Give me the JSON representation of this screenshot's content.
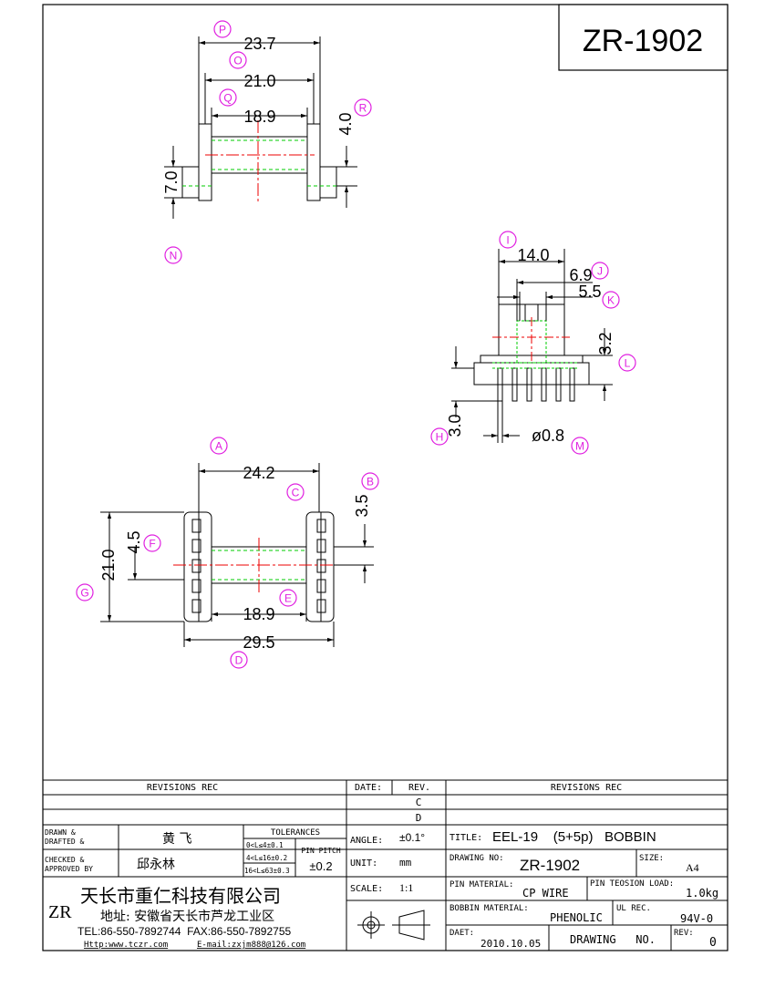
{
  "drawing_number_box": "ZR-1902",
  "dimensions": {
    "top": {
      "d237": "23.7",
      "d210": "21.0",
      "d189": "18.9",
      "d40": "4.0",
      "d70": "7.0"
    },
    "side": {
      "d140": "14.0",
      "d69": "6.9",
      "d55": "5.5",
      "d32": "3.2",
      "d30": "3.0",
      "d08": "ø0.8"
    },
    "bottom": {
      "d242": "24.2",
      "d35": "3.5",
      "d210": "21.0",
      "d45": "4.5",
      "d189": "18.9",
      "d295": "29.5"
    }
  },
  "callouts": [
    "P",
    "O",
    "Q",
    "R",
    "N",
    "I",
    "J",
    "K",
    "L",
    "H",
    "M",
    "A",
    "B",
    "C",
    "F",
    "G",
    "E",
    "D"
  ],
  "title_block": {
    "revisions_rec_left": "REVISIONS  REC",
    "date_label": "DATE:",
    "rev_label": "REV.",
    "revisions_rec_right": "REVISIONS  REC",
    "rev_c": "C",
    "rev_d": "D",
    "drawn_label_1": "DRAWN &",
    "drawn_label_2": "DRAFTED &",
    "drawn_name": "黄  飞",
    "checked_label_1": "CHECKED  &",
    "checked_label_2": "APPROVED  BY",
    "checked_name": "邱永林",
    "tolerances_label": "TOLERANCES",
    "tol_1": "0<L≤4±0.1",
    "tol_2": "4<L≤16±0.2",
    "tol_3": "16<L≤63±0.3",
    "pin_pitch_label": "PIN PITCH",
    "pin_pitch_value": "±0.2",
    "angle_label": "ANGLE:",
    "angle_value": "±0.1°",
    "unit_label": "UNIT:",
    "unit_value": "mm",
    "scale_label": "SCALE:",
    "scale_value": "1:1",
    "title_label": "TITLE:",
    "title_value": "EEL-19    (5+5p)   BOBBIN",
    "drawing_no_label": "DRAWING  NO:",
    "drawing_no_value": "ZR-1902",
    "size_label": "SIZE:",
    "size_value": "A4",
    "pin_material_label": "PIN  MATERIAL:",
    "pin_material_value": "CP WIRE",
    "pin_tension_label": "PIN TEOSION LOAD:",
    "pin_tension_value": "1.0kg",
    "bobbin_material_label": "BOBBIN  MATERIAL:",
    "bobbin_material_value": "PHENOLIC",
    "ul_label": "UL  REC.",
    "ul_value": "94V-0",
    "date_field_label": "DAET:",
    "date_field_value": "2010.10.05",
    "drawing_no2_label": "DRAWING   NO.",
    "rev_field_label": "REV:",
    "rev_field_value": "0",
    "company_logo": "ZR",
    "company_name": "天长市重仁科技有限公司",
    "address": "地址: 安徽省天长市芦龙工业区",
    "tel_fax": "TEL:86-550-7892744  FAX:86-550-7892755",
    "http": "Http:www.tczr.com",
    "email": "E-mail:zxjm888@126.com"
  }
}
